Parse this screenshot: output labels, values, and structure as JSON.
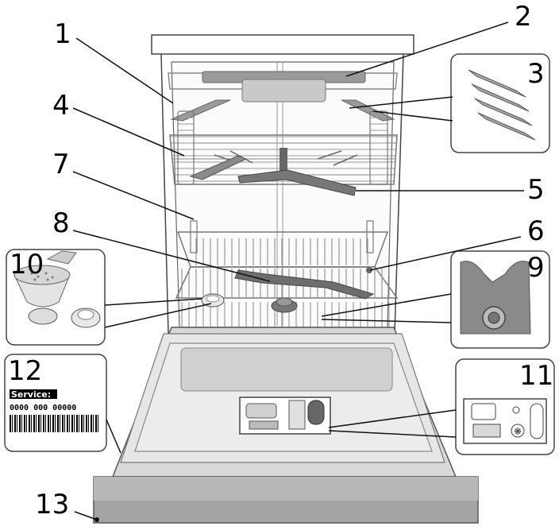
{
  "callouts": [
    {
      "id": "1",
      "label": "1"
    },
    {
      "id": "2",
      "label": "2"
    },
    {
      "id": "3",
      "label": "3"
    },
    {
      "id": "4",
      "label": "4"
    },
    {
      "id": "5",
      "label": "5"
    },
    {
      "id": "6",
      "label": "6"
    },
    {
      "id": "7",
      "label": "7"
    },
    {
      "id": "8",
      "label": "8"
    },
    {
      "id": "9",
      "label": "9"
    },
    {
      "id": "10",
      "label": "10"
    },
    {
      "id": "11",
      "label": "11"
    },
    {
      "id": "12",
      "label": "12"
    },
    {
      "id": "13",
      "label": "13"
    }
  ],
  "rating_plate": {
    "service_label": "Service:",
    "serial_number": "0000 000 00000"
  }
}
